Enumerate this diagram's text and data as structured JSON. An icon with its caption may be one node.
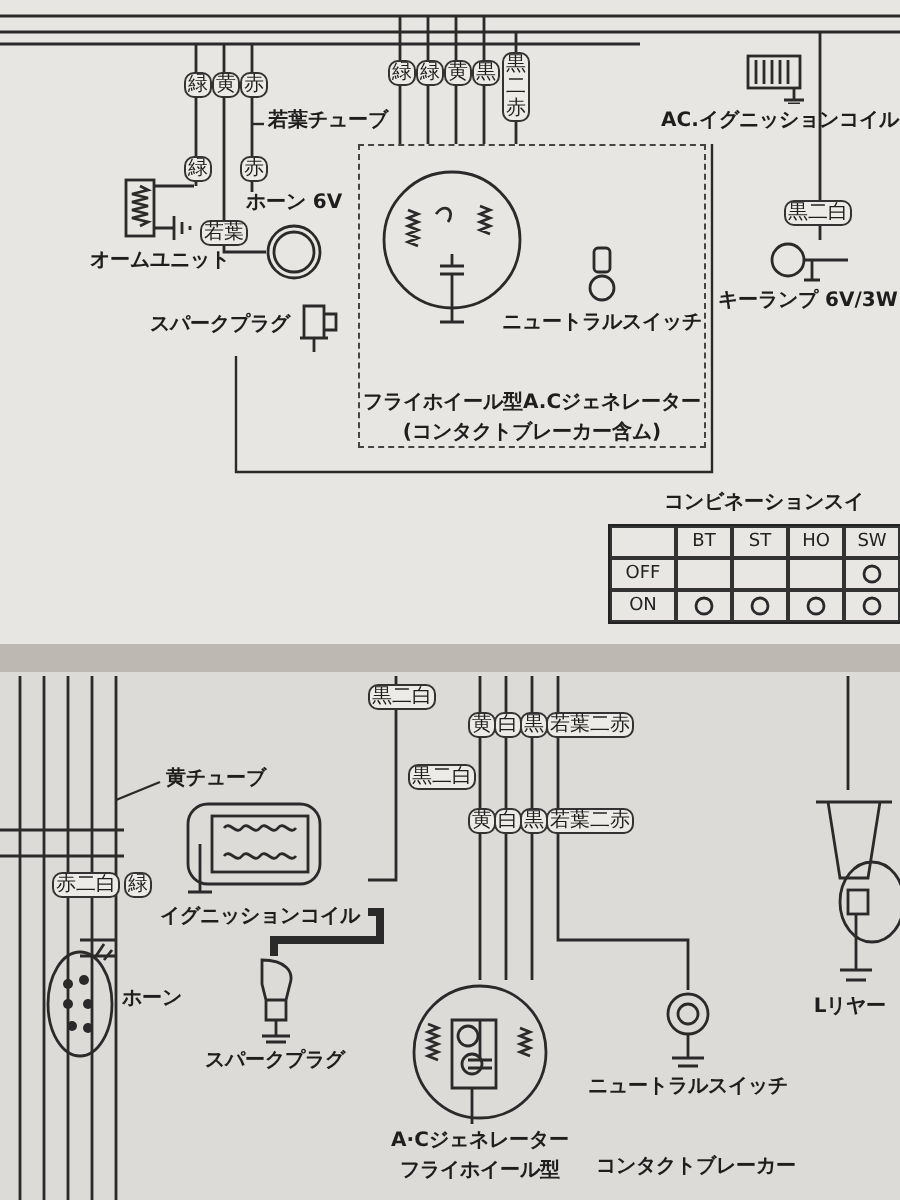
{
  "diagram": {
    "nodes": [
      {
        "text": [
          "若葉チューブ"
        ]
      },
      {
        "text": [
          "オームユニット"
        ]
      },
      {
        "text": [
          "ホーン 6V"
        ]
      },
      {
        "text": [
          "スパークプラグ"
        ]
      },
      {
        "text": [
          "フライホイール型A.Cジェネレーター",
          "(コンタクトブレーカー含ム)"
        ]
      },
      {
        "text": [
          "ニュートラルスイッチ"
        ],
        "in": 4
      },
      {
        "text": [
          "AC.イグニッションコイル"
        ]
      },
      {
        "text": [
          "キーランプ 6V/3W"
        ]
      },
      {
        "text": [
          "黄チューブ"
        ]
      },
      {
        "text": [
          "イグニッションコイル"
        ]
      },
      {
        "text": [
          "ホーン"
        ]
      },
      {
        "text": [
          "スパークプラグ"
        ]
      },
      {
        "text": [
          "A·Cジェネレーター",
          "フライホイール型"
        ]
      },
      {
        "text": [
          "ニュートラルスイッチ"
        ]
      },
      {
        "text": [
          "Lリヤー"
        ]
      }
    ],
    "edges": [
      {
        "from": 0,
        "to": null,
        "arrow": "none"
      },
      {
        "from": 6,
        "to": 3,
        "arrow": "none"
      },
      {
        "from": 8,
        "to": null,
        "arrow": "none"
      },
      {
        "from": 9,
        "to": 11,
        "arrow": "none",
        "style": "thick"
      }
    ],
    "labels": [
      "コンビネーションスイ",
      "BT",
      "ST",
      "HO",
      "SW",
      "OFF",
      "ON",
      "緑",
      "黄",
      "赤",
      "緑",
      "赤",
      "若葉",
      "緑",
      "緑",
      "黄",
      "黒",
      "黒二赤",
      "黒二白",
      "黒二白",
      "黒二白",
      "赤二白",
      "緑",
      "黄",
      "白",
      "黒",
      "若葉二赤",
      "黄",
      "白",
      "黒",
      "若葉二赤",
      "コンタクトブレーカー"
    ]
  }
}
